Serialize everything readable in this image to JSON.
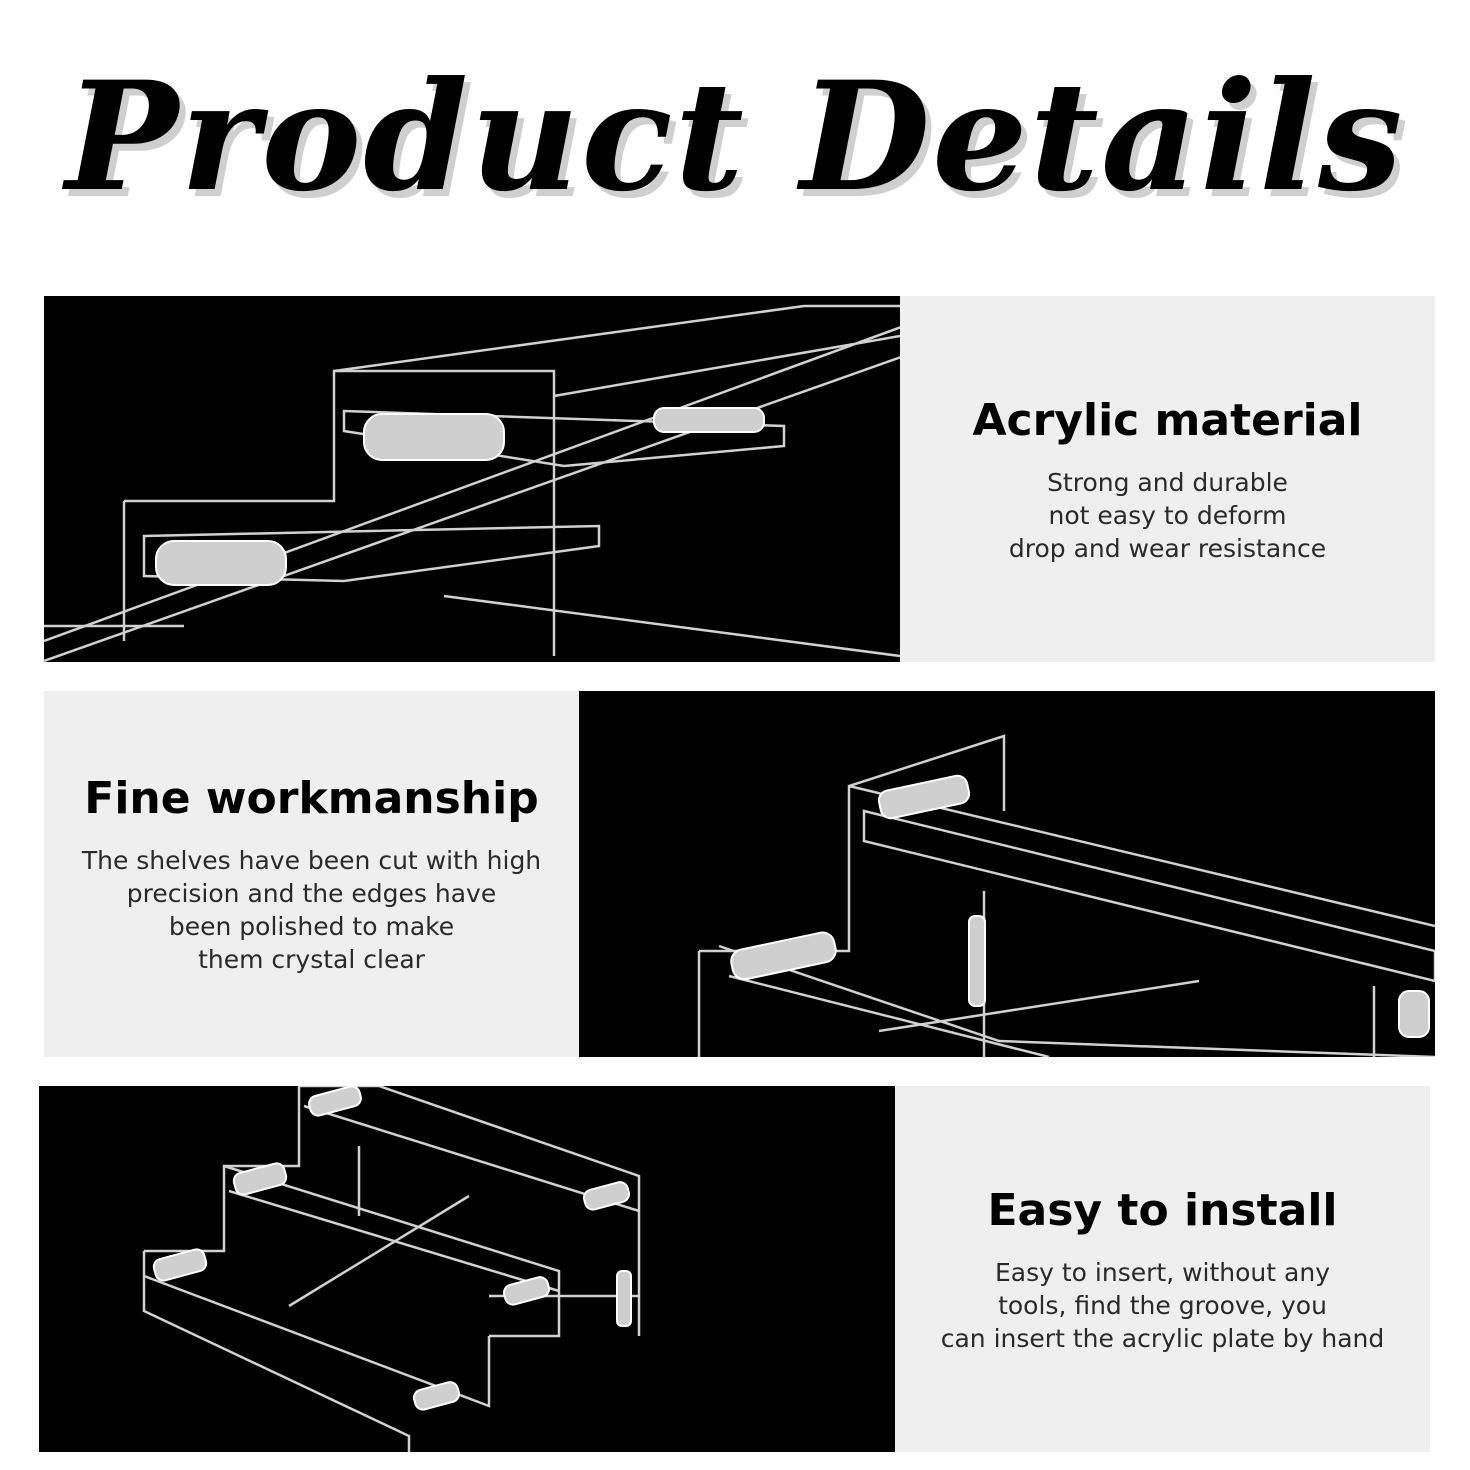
{
  "title": "Product Details",
  "features": [
    {
      "heading": "Acrylic material",
      "lines": [
        "Strong and durable",
        "not easy to deform",
        "drop and wear resistance"
      ]
    },
    {
      "heading": "Fine workmanship",
      "lines": [
        "The shelves have been cut with high",
        "precision and the edges have",
        "been polished to make",
        "them crystal clear"
      ]
    },
    {
      "heading": "Easy to install",
      "lines": [
        "Easy to insert, without any",
        "tools, find the groove, you",
        "can insert the acrylic plate by hand"
      ]
    }
  ],
  "colors": {
    "photo_background": "#000000",
    "panel_background": "#efefef",
    "title_shadow": "#cfcfcf"
  }
}
